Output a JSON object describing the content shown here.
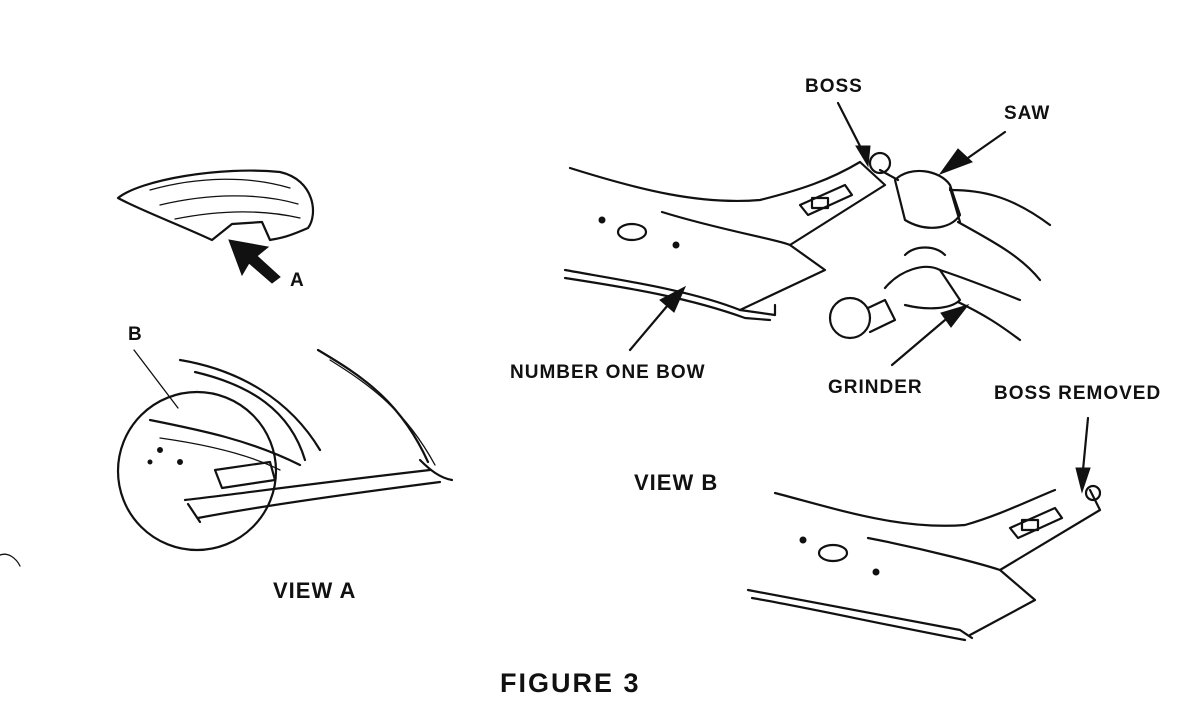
{
  "labels": {
    "a": "A",
    "b": "B",
    "view_a": "VIEW A",
    "boss": "BOSS",
    "saw": "SAW",
    "number_one_bow": "NUMBER ONE BOW",
    "grinder": "GRINDER",
    "boss_removed": "BOSS REMOVED",
    "view_b": "VIEW B",
    "figure_title": "FIGURE 3"
  }
}
